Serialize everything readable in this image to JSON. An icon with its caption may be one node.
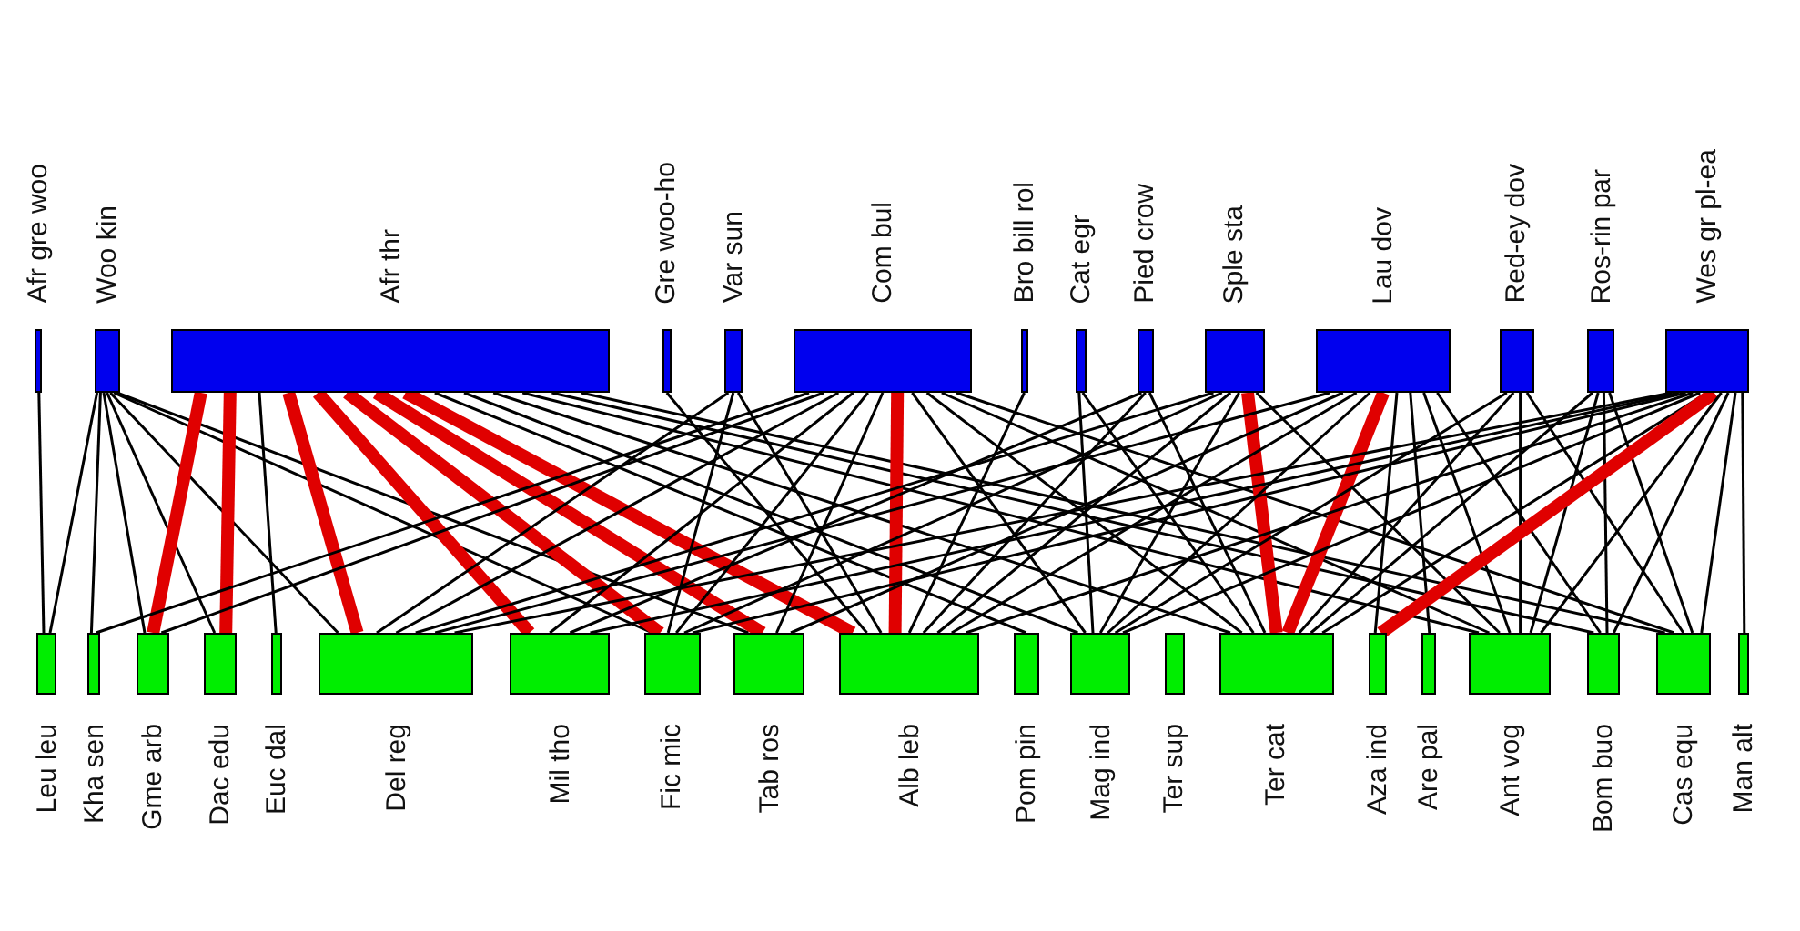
{
  "diagram": {
    "nodes": [
      {
        "text": [
          "Afr gre woo"
        ]
      },
      {
        "text": [
          "Woo kin"
        ]
      },
      {
        "text": [
          "Afr thr"
        ]
      },
      {
        "text": [
          "Gre woo-ho"
        ]
      },
      {
        "text": [
          "Var sun"
        ]
      },
      {
        "text": [
          "Com bul"
        ]
      },
      {
        "text": [
          "Bro bill rol"
        ]
      },
      {
        "text": [
          "Cat egr"
        ]
      },
      {
        "text": [
          "Pied crow"
        ]
      },
      {
        "text": [
          "Sple sta"
        ]
      },
      {
        "text": [
          "Lau dov"
        ]
      },
      {
        "text": [
          "Red-ey dov"
        ]
      },
      {
        "text": [
          "Ros-rin par"
        ]
      },
      {
        "text": [
          "Wes gr pl-ea"
        ]
      },
      {
        "text": [
          "Leu leu"
        ]
      },
      {
        "text": [
          "Kha sen"
        ]
      },
      {
        "text": [
          "Gme arb"
        ]
      },
      {
        "text": [
          "Dac edu"
        ]
      },
      {
        "text": [
          "Euc dal"
        ]
      },
      {
        "text": [
          "Del reg"
        ]
      },
      {
        "text": [
          "Mil tho"
        ]
      },
      {
        "text": [
          "Fic mic"
        ]
      },
      {
        "text": [
          "Tab ros"
        ]
      },
      {
        "text": [
          "Alb leb"
        ]
      },
      {
        "text": [
          "Pom pin"
        ]
      },
      {
        "text": [
          "Mag ind"
        ]
      },
      {
        "text": [
          "Ter sup"
        ]
      },
      {
        "text": [
          "Ter cat"
        ]
      },
      {
        "text": [
          "Aza ind"
        ]
      },
      {
        "text": [
          "Are pal"
        ]
      },
      {
        "text": [
          "Ant vog"
        ]
      },
      {
        "text": [
          "Bom buo"
        ]
      },
      {
        "text": [
          "Cas equ"
        ]
      },
      {
        "text": [
          "Man alt"
        ]
      }
    ],
    "edges": [
      {
        "from": 0,
        "to": 14,
        "arrow": "none"
      },
      {
        "from": 1,
        "to": 14,
        "arrow": "none"
      },
      {
        "from": 1,
        "to": 15,
        "arrow": "none"
      },
      {
        "from": 1,
        "to": 16,
        "arrow": "none"
      },
      {
        "from": 1,
        "to": 17,
        "arrow": "none"
      },
      {
        "from": 1,
        "to": 19,
        "arrow": "none"
      },
      {
        "from": 1,
        "to": 21,
        "arrow": "none"
      },
      {
        "from": 1,
        "to": 22,
        "arrow": "none"
      },
      {
        "from": 2,
        "to": 16,
        "arrow": "none",
        "style": "thick",
        "color": "#e00000"
      },
      {
        "from": 2,
        "to": 17,
        "arrow": "none",
        "style": "thick",
        "color": "#e00000"
      },
      {
        "from": 2,
        "to": 18,
        "arrow": "none"
      },
      {
        "from": 2,
        "to": 19,
        "arrow": "none",
        "style": "thick",
        "color": "#e00000"
      },
      {
        "from": 2,
        "to": 20,
        "arrow": "none",
        "style": "thick",
        "color": "#e00000"
      },
      {
        "from": 2,
        "to": 21,
        "arrow": "none",
        "style": "thick",
        "color": "#e00000"
      },
      {
        "from": 2,
        "to": 22,
        "arrow": "none",
        "style": "thick",
        "color": "#e00000"
      },
      {
        "from": 2,
        "to": 23,
        "arrow": "none",
        "style": "thick",
        "color": "#e00000"
      },
      {
        "from": 2,
        "to": 24,
        "arrow": "none"
      },
      {
        "from": 2,
        "to": 25,
        "arrow": "none"
      },
      {
        "from": 2,
        "to": 27,
        "arrow": "none"
      },
      {
        "from": 2,
        "to": 30,
        "arrow": "none"
      },
      {
        "from": 2,
        "to": 31,
        "arrow": "none"
      },
      {
        "from": 2,
        "to": 32,
        "arrow": "none"
      },
      {
        "from": 3,
        "to": 23,
        "arrow": "none"
      },
      {
        "from": 4,
        "to": 19,
        "arrow": "none"
      },
      {
        "from": 4,
        "to": 21,
        "arrow": "none"
      },
      {
        "from": 4,
        "to": 23,
        "arrow": "none"
      },
      {
        "from": 5,
        "to": 15,
        "arrow": "none"
      },
      {
        "from": 5,
        "to": 16,
        "arrow": "none"
      },
      {
        "from": 5,
        "to": 19,
        "arrow": "none"
      },
      {
        "from": 5,
        "to": 20,
        "arrow": "none"
      },
      {
        "from": 5,
        "to": 21,
        "arrow": "none"
      },
      {
        "from": 5,
        "to": 22,
        "arrow": "none"
      },
      {
        "from": 5,
        "to": 23,
        "arrow": "none",
        "style": "thick",
        "color": "#e00000"
      },
      {
        "from": 5,
        "to": 25,
        "arrow": "none"
      },
      {
        "from": 5,
        "to": 27,
        "arrow": "none"
      },
      {
        "from": 5,
        "to": 30,
        "arrow": "none"
      },
      {
        "from": 5,
        "to": 32,
        "arrow": "none"
      },
      {
        "from": 6,
        "to": 23,
        "arrow": "none"
      },
      {
        "from": 7,
        "to": 25,
        "arrow": "none"
      },
      {
        "from": 7,
        "to": 27,
        "arrow": "none"
      },
      {
        "from": 8,
        "to": 20,
        "arrow": "none"
      },
      {
        "from": 8,
        "to": 23,
        "arrow": "none"
      },
      {
        "from": 8,
        "to": 27,
        "arrow": "none"
      },
      {
        "from": 9,
        "to": 19,
        "arrow": "none"
      },
      {
        "from": 9,
        "to": 21,
        "arrow": "none"
      },
      {
        "from": 9,
        "to": 23,
        "arrow": "none"
      },
      {
        "from": 9,
        "to": 25,
        "arrow": "none"
      },
      {
        "from": 9,
        "to": 27,
        "arrow": "none",
        "style": "thick",
        "color": "#e00000"
      },
      {
        "from": 9,
        "to": 30,
        "arrow": "none"
      },
      {
        "from": 10,
        "to": 19,
        "arrow": "none"
      },
      {
        "from": 10,
        "to": 22,
        "arrow": "none"
      },
      {
        "from": 10,
        "to": 23,
        "arrow": "none"
      },
      {
        "from": 10,
        "to": 25,
        "arrow": "none"
      },
      {
        "from": 10,
        "to": 27,
        "arrow": "none",
        "style": "thick",
        "color": "#e00000"
      },
      {
        "from": 10,
        "to": 28,
        "arrow": "none"
      },
      {
        "from": 10,
        "to": 29,
        "arrow": "none"
      },
      {
        "from": 10,
        "to": 30,
        "arrow": "none"
      },
      {
        "from": 10,
        "to": 31,
        "arrow": "none"
      },
      {
        "from": 11,
        "to": 25,
        "arrow": "none"
      },
      {
        "from": 11,
        "to": 27,
        "arrow": "none"
      },
      {
        "from": 11,
        "to": 30,
        "arrow": "none"
      },
      {
        "from": 11,
        "to": 32,
        "arrow": "none"
      },
      {
        "from": 12,
        "to": 27,
        "arrow": "none"
      },
      {
        "from": 12,
        "to": 30,
        "arrow": "none"
      },
      {
        "from": 12,
        "to": 31,
        "arrow": "none"
      },
      {
        "from": 12,
        "to": 32,
        "arrow": "none"
      },
      {
        "from": 13,
        "to": 19,
        "arrow": "none"
      },
      {
        "from": 13,
        "to": 20,
        "arrow": "none"
      },
      {
        "from": 13,
        "to": 21,
        "arrow": "none"
      },
      {
        "from": 13,
        "to": 23,
        "arrow": "none"
      },
      {
        "from": 13,
        "to": 25,
        "arrow": "none"
      },
      {
        "from": 13,
        "to": 27,
        "arrow": "none"
      },
      {
        "from": 13,
        "to": 28,
        "arrow": "none",
        "style": "thick",
        "color": "#e00000"
      },
      {
        "from": 13,
        "to": 30,
        "arrow": "none"
      },
      {
        "from": 13,
        "to": 31,
        "arrow": "none"
      },
      {
        "from": 13,
        "to": 32,
        "arrow": "none"
      },
      {
        "from": 13,
        "to": 33,
        "arrow": "none"
      }
    ]
  }
}
